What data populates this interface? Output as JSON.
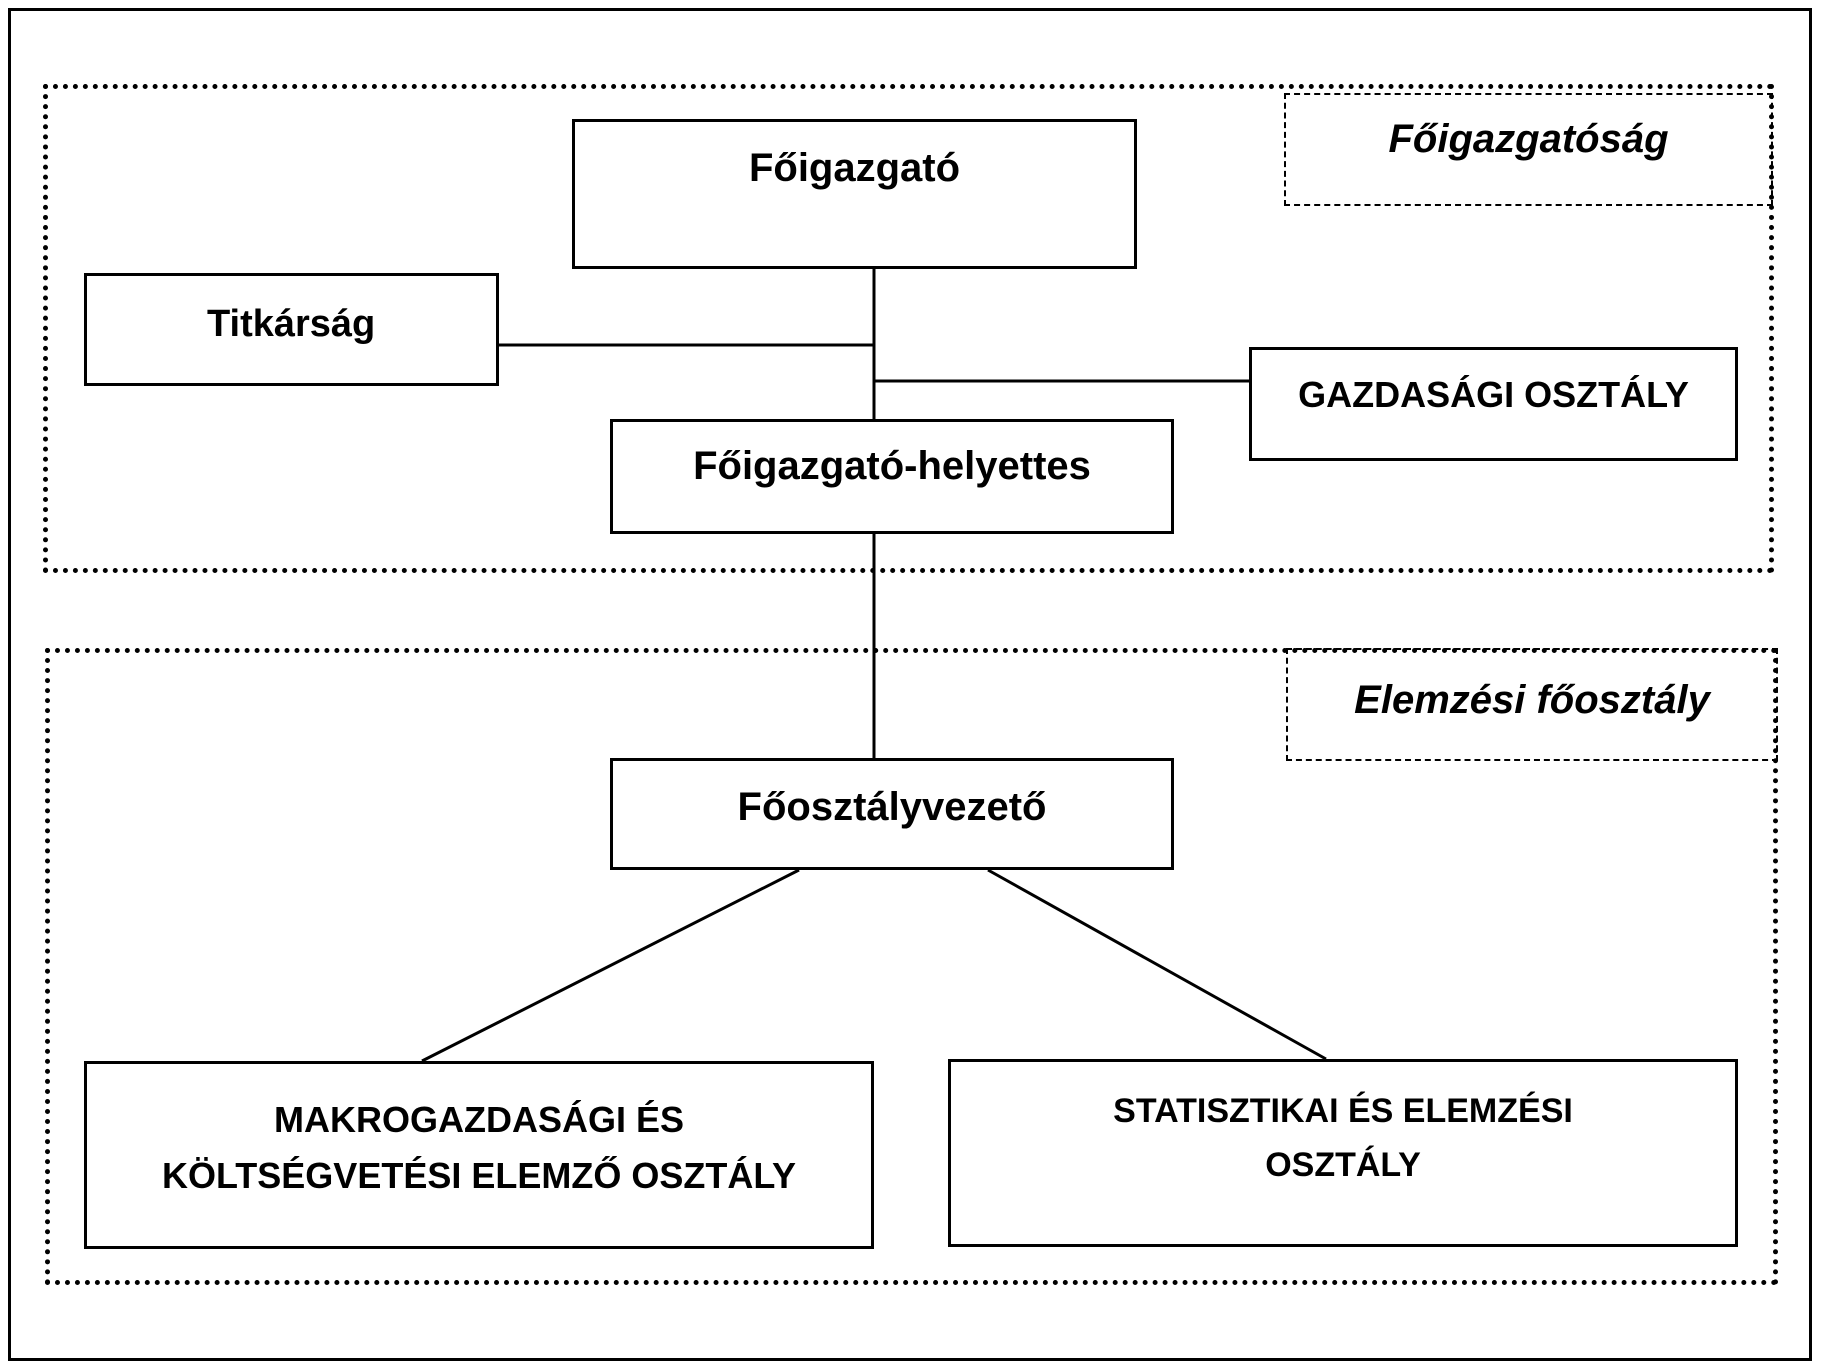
{
  "diagram": {
    "type": "org-chart",
    "groups": [
      {
        "id": "foigazgatosag",
        "label": "Főigazgatóság",
        "border": "dotted"
      },
      {
        "id": "elemzesi_foosztaly",
        "label": "Elemzési főosztály",
        "border": "dotted"
      }
    ],
    "nodes": {
      "foigazgato": {
        "label": "Főigazgató",
        "group": "foigazgatosag"
      },
      "titkarsag": {
        "label": "Titkárság",
        "group": "foigazgatosag"
      },
      "gazdasagi_osztaly": {
        "label": "GAZDASÁGI OSZTÁLY",
        "group": "foigazgatosag"
      },
      "foigazgato_helyettes": {
        "label": "Főigazgató-helyettes",
        "group": "foigazgatosag"
      },
      "foosztalyvezeto": {
        "label": "Főosztályvezető",
        "group": "elemzesi_foosztaly"
      },
      "makro": {
        "label_line1": "MAKROGAZDASÁGI ÉS",
        "label_line2": "KÖLTSÉGVETÉSI ELEMZŐ OSZTÁLY",
        "group": "elemzesi_foosztaly"
      },
      "statisztikai": {
        "label_line1": "STATISZTIKAI ÉS ELEMZÉSI",
        "label_line2": "OSZTÁLY",
        "group": "elemzesi_foosztaly"
      }
    },
    "edges": [
      {
        "from": "Főigazgató",
        "to": "Főigazgató-helyettes"
      },
      {
        "from": "Főigazgató",
        "to": "Titkárság"
      },
      {
        "from": "Főigazgató",
        "to": "GAZDASÁGI OSZTÁLY"
      },
      {
        "from": "Főigazgató-helyettes",
        "to": "Főosztályvezető"
      },
      {
        "from": "Főosztályvezető",
        "to": "MAKROGAZDASÁGI ÉS KÖLTSÉGVETÉSI ELEMZŐ OSZTÁLY"
      },
      {
        "from": "Főosztályvezető",
        "to": "STATISZTIKAI ÉS ELEMZÉSI OSZTÁLY"
      }
    ],
    "colors": {
      "line": "#000000",
      "background": "#ffffff"
    }
  }
}
